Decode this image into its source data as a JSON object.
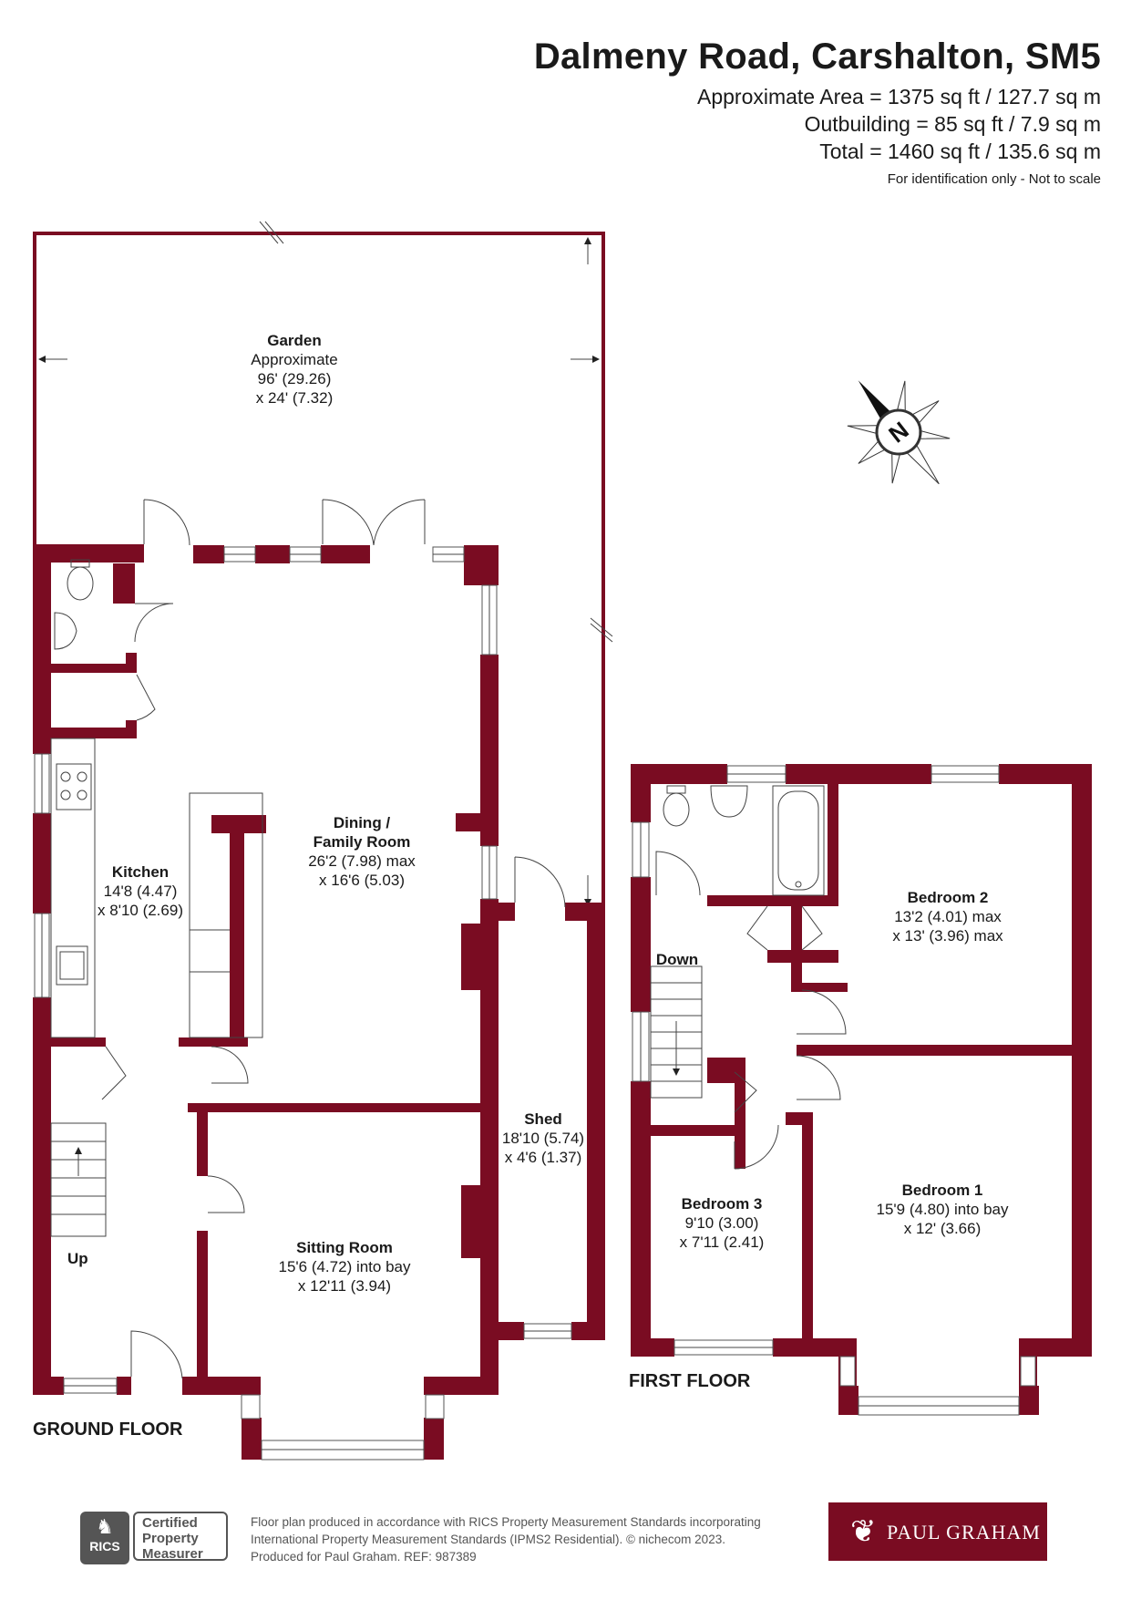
{
  "header": {
    "title": "Dalmeny Road, Carshalton, SM5",
    "area_approx": "Approximate Area = 1375 sq ft / 127.7 sq m",
    "area_outbuilding": "Outbuilding = 85 sq ft / 7.9 sq m",
    "area_total": "Total = 1460 sq ft / 135.6 sq m",
    "note": "For identification only - Not to scale"
  },
  "compass": {
    "label": "N",
    "icon": "compass-rose-icon"
  },
  "ground_floor": {
    "label": "GROUND FLOOR",
    "rooms": {
      "garden": {
        "name": "Garden",
        "line1": "Approximate",
        "line2": "96' (29.26)",
        "line3": "x 24' (7.32)"
      },
      "dining": {
        "name1": "Dining /",
        "name2": "Family Room",
        "dim1": "26'2 (7.98) max",
        "dim2": "x 16'6 (5.03)"
      },
      "kitchen": {
        "name": "Kitchen",
        "dim1": "14'8 (4.47)",
        "dim2": "x 8'10 (2.69)"
      },
      "shed": {
        "name": "Shed",
        "dim1": "18'10 (5.74)",
        "dim2": "x 4'6 (1.37)"
      },
      "sitting": {
        "name": "Sitting Room",
        "dim1": "15'6 (4.72) into bay",
        "dim2": "x 12'11 (3.94)"
      }
    },
    "stairs_label": "Up"
  },
  "first_floor": {
    "label": "FIRST FLOOR",
    "rooms": {
      "bedroom2": {
        "name": "Bedroom 2",
        "dim1": "13'2 (4.01) max",
        "dim2": "x 13' (3.96) max"
      },
      "bedroom1": {
        "name": "Bedroom 1",
        "dim1": "15'9 (4.80) into bay",
        "dim2": "x 12' (3.66)"
      },
      "bedroom3": {
        "name": "Bedroom 3",
        "dim1": "9'10 (3.00)",
        "dim2": "x 7'11 (2.41)"
      }
    },
    "stairs_label": "Down"
  },
  "footer": {
    "text1": "Floor plan produced in accordance with RICS Property Measurement Standards incorporating",
    "text2": "International Property Measurement Standards (IPMS2 Residential).  © nichecom 2023.",
    "text3": "Produced for Paul Graham.   REF:  987389",
    "rics_badge": "RICS",
    "rics_line1": "Certified",
    "rics_line2": "Property",
    "rics_line3": "Measurer",
    "agent": "PAUL GRAHAM"
  },
  "colors": {
    "wall": "#7a0c22",
    "text": "#1a1a1a",
    "agent_bg": "#7a0c22"
  }
}
